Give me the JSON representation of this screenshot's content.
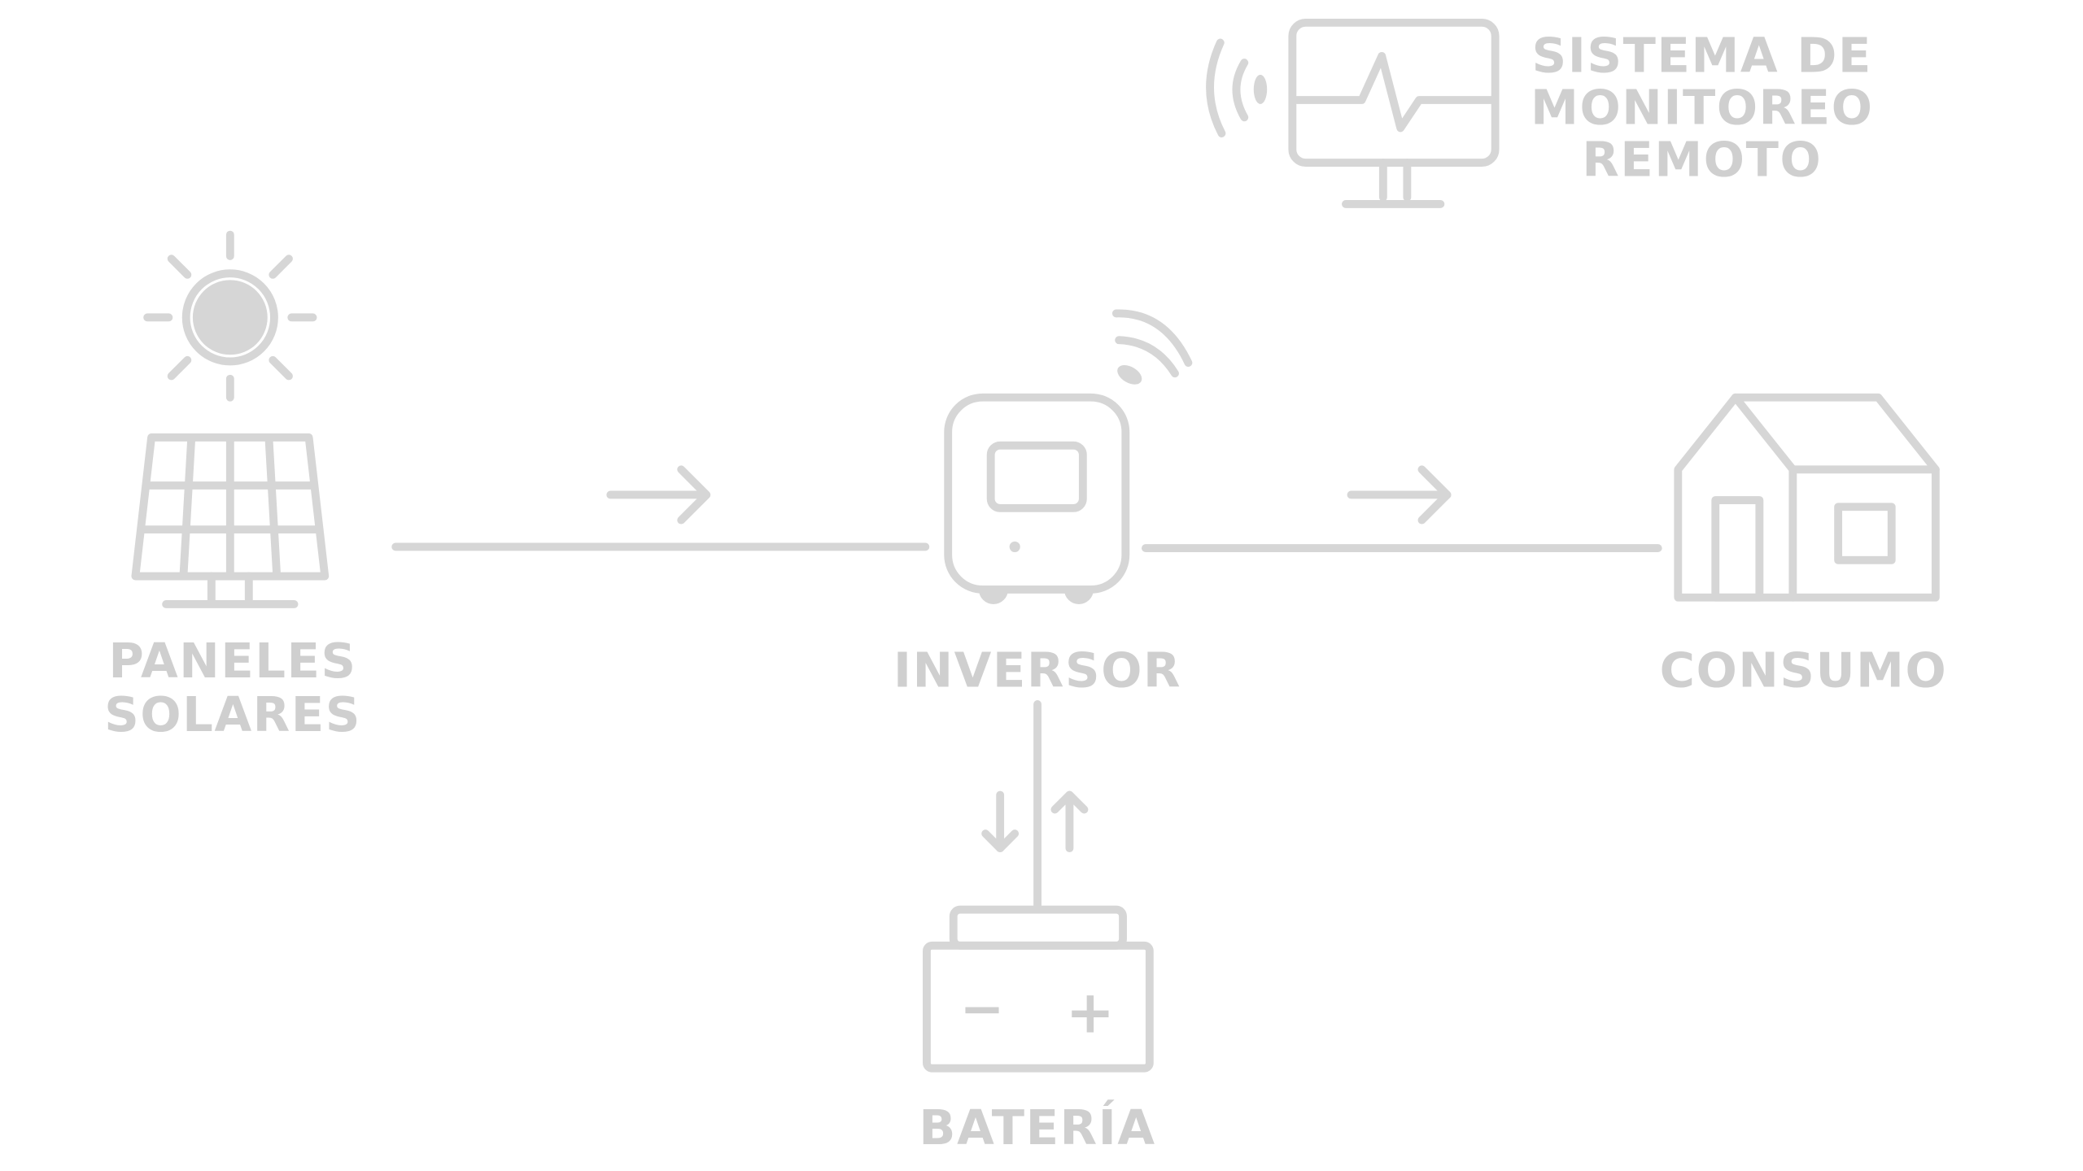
{
  "diagram": {
    "colors": {
      "stroke": "#f3f3f3",
      "background": "#ffffff"
    },
    "nodes": {
      "solar": {
        "line1": "PANELES",
        "line2": "SOLARES"
      },
      "inverter": {
        "label": "INVERSOR"
      },
      "consumption": {
        "label": "CONSUMO"
      },
      "battery": {
        "label": "BATERÍA",
        "minus": "−",
        "plus": "+"
      },
      "monitoring": {
        "line1": "SISTEMA DE",
        "line2": "MONITOREO",
        "line3": "REMOTO"
      }
    }
  }
}
